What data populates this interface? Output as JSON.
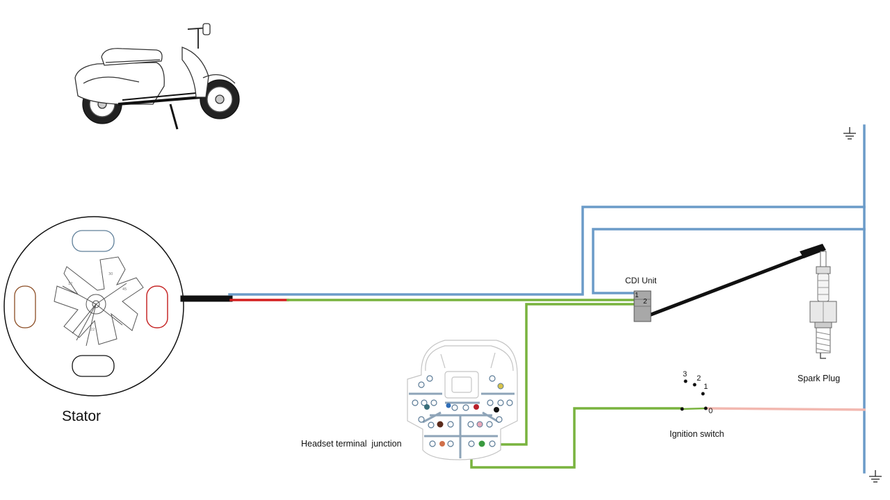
{
  "labels": {
    "stator": "Stator",
    "cdi_unit": "CDI Unit",
    "spark_plug": "Spark Plug",
    "ignition_switch": "Ignition switch",
    "headset_junction": "Headset terminal  junction"
  },
  "cdi_pins": {
    "pin1": "1",
    "pin2": "2"
  },
  "switch_positions": {
    "p0": "0",
    "p1": "1",
    "p2": "2",
    "p3": "3"
  },
  "colors": {
    "blue_wire": "#6b9bc8",
    "green_wire": "#79b33e",
    "red_wire": "#d42020",
    "black_wire": "#111111",
    "pink_wire": "#f2b8b0",
    "stator_coil_blue": "#5f7f99",
    "stator_coil_brown": "#8a4b22",
    "stator_coil_red": "#c62828",
    "stator_coil_black": "#111111",
    "cdi_box": "#a8a8a8"
  }
}
